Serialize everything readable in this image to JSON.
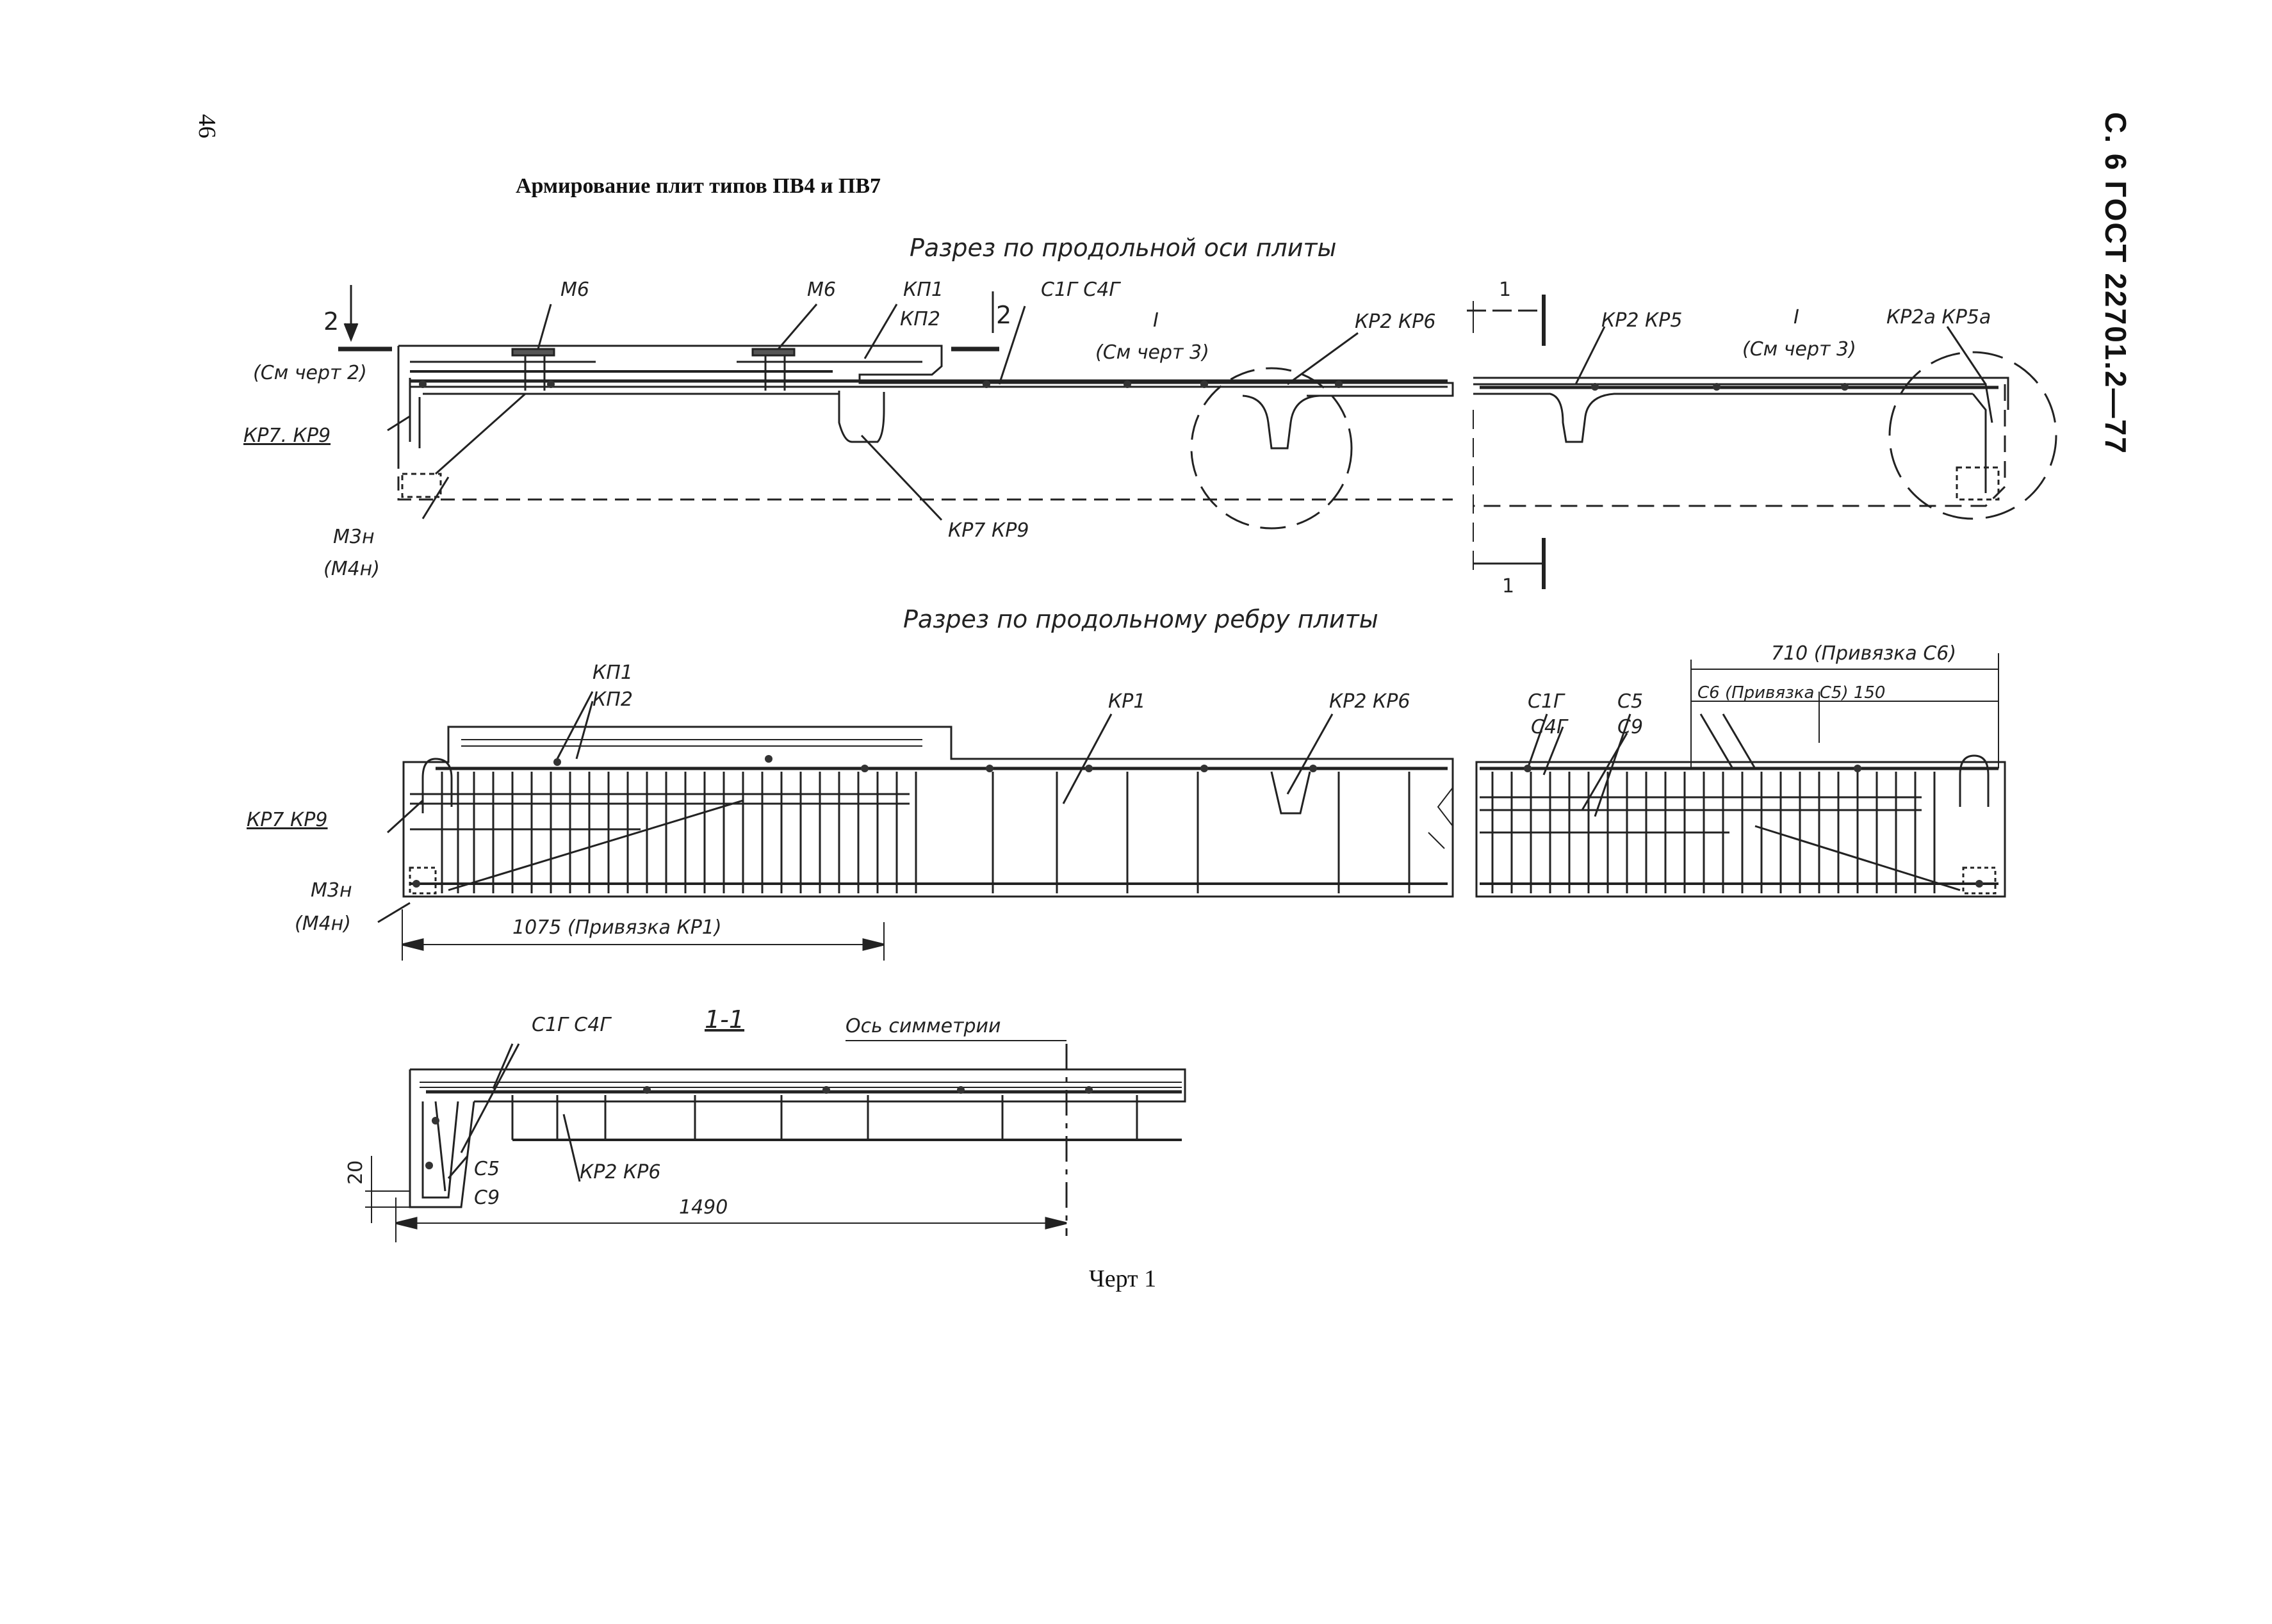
{
  "page": {
    "page_number": "46",
    "gost_header": "С. 6 ГОСТ 22701.2—77",
    "title": "Армирование плит типов ПВ4 и ПВ7",
    "caption": "Черт 1"
  },
  "sections": {
    "longitudinal_axis": "Разрез по продольной оси плиты",
    "longitudinal_rib": "Разрез по продольному ребру плиты",
    "section_11": "1-1"
  },
  "labels": {
    "m6_a": "М6",
    "m6_b": "М6",
    "kp1_top": "КП1",
    "kp2_top": "КП2",
    "mark_2_left": "2",
    "mark_2_right": "2",
    "see_drawing_2": "(См черт 2)",
    "c1g_c4g_top": "С1Г  С4Г",
    "one_see3_a": "I",
    "see_drawing_3_a": "(См черт 3)",
    "kr2_kr6_a": "КР2  КР6",
    "mark_1_top": "1",
    "mark_1_bottom": "1",
    "kr2_kr5_b": "КР2  КР5",
    "one_see3_b": "I",
    "see_drawing_3_b": "(См черт 3)",
    "kr2a_kr5a": "КР2а  КР5а",
    "kr7_kr9_a": "КР7.  КР9",
    "m3n_a": "М3н",
    "m4n_a": "(М4н)",
    "kr7_kr9_mid": "КР7  КР9",
    "kp1_rib": "КП1",
    "kp2_rib": "КП2",
    "kr1_rib": "КР1",
    "kr2_kr6_rib": "КР2  КР6",
    "c1g_rib": "С1Г",
    "c4g_rib": "С4Г",
    "c5_rib": "С5",
    "c9_rib": "С9",
    "dim_710": "710 (Привязка С6)",
    "c6_dim": "С6 (Привязка С5) 150",
    "kr7_kr9_b": "КР7  КР9",
    "m3n_b": "М3н",
    "m4n_b": "(М4н)",
    "dim_1075": "1075 (Привязка КР1)",
    "c1g_c4g_s": "С1Г  С4Г",
    "axis_symmetry": "Ось симметрии",
    "c5_s": "С5",
    "c9_s": "С9",
    "kr2_kr6_s": "КР2  КР6",
    "dim_20": "20",
    "dim_1490": "1490"
  }
}
